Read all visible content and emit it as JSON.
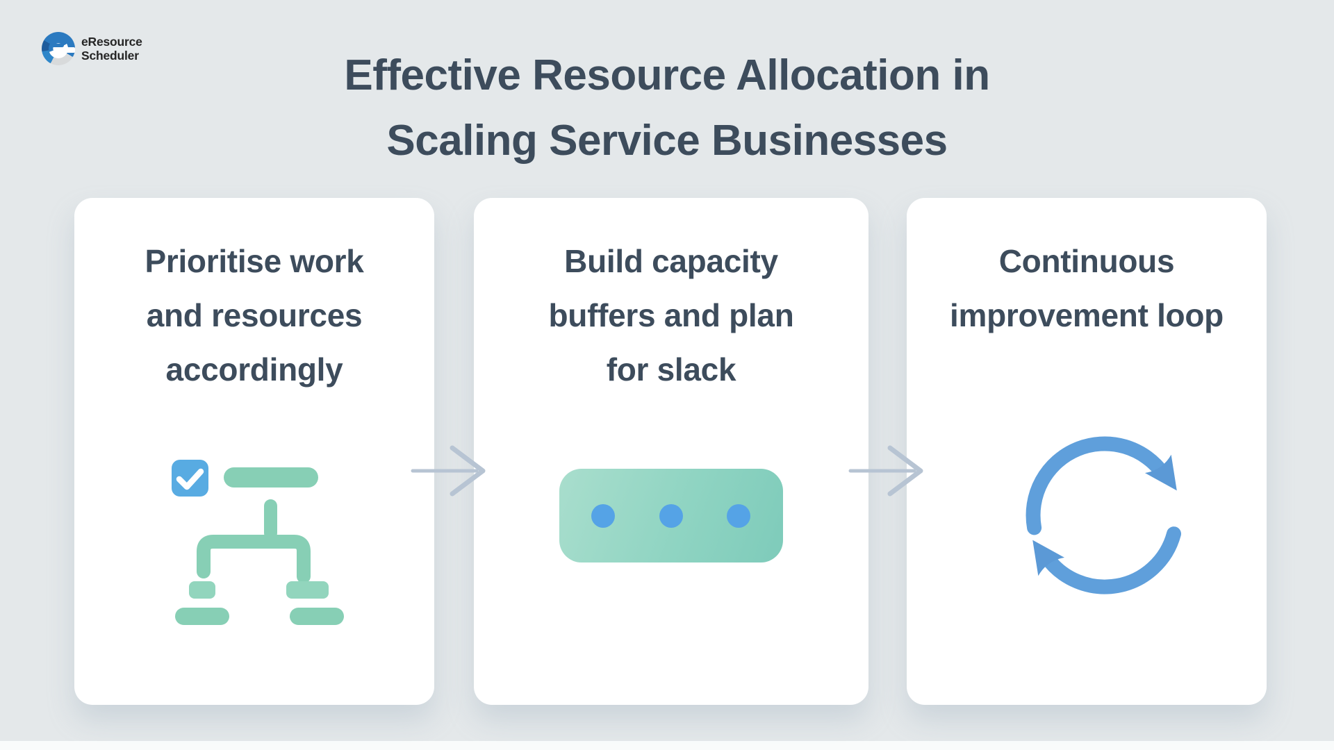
{
  "brand": {
    "name_line1": "eResource",
    "name_line2": "Scheduler"
  },
  "title": {
    "line1": "Effective Resource Allocation in",
    "line2": "Scaling Service Businesses"
  },
  "cards": [
    {
      "icon": "task-hierarchy",
      "heading_lines": [
        "Prioritise work",
        "and resources",
        "accordingly"
      ]
    },
    {
      "icon": "capacity-buffer-dots",
      "heading_lines": [
        "Build capacity",
        "buffers and plan",
        "for slack"
      ]
    },
    {
      "icon": "continuous-loop",
      "heading_lines": [
        "Continuous",
        "improvement loop"
      ]
    }
  ],
  "connectors": [
    {
      "type": "arrow-right"
    },
    {
      "type": "arrow-right"
    }
  ],
  "colors": {
    "background": "#e4e8ea",
    "card": "#ffffff",
    "heading_text": "#3d4c5c",
    "mint": "#87cfb5",
    "mint_light": "#92d5bd",
    "buffer_gradient_start": "#a9decd",
    "buffer_gradient_end": "#7ecbba",
    "checkbox_blue": "#58abe2",
    "dot_blue": "#55a3e6",
    "loop_blue": "#5f9fdb",
    "connector_arrow": "#b7c4d3",
    "logo_blue": "#2b7ac0"
  }
}
